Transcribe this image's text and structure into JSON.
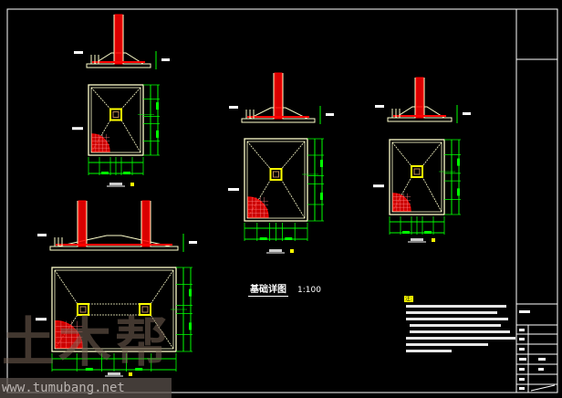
{
  "drawing": {
    "title": "基础详图",
    "scale": "1:100",
    "notes_heading": "注:"
  },
  "watermark": {
    "logo_text": "土木帮",
    "url": "www.tumubang.net"
  },
  "colors": {
    "background": "#000000",
    "outline": "#ffffcc",
    "dimension": "#00ff00",
    "rebar": "#ff0000",
    "column": "#ffff00",
    "frame": "#ffffff"
  }
}
